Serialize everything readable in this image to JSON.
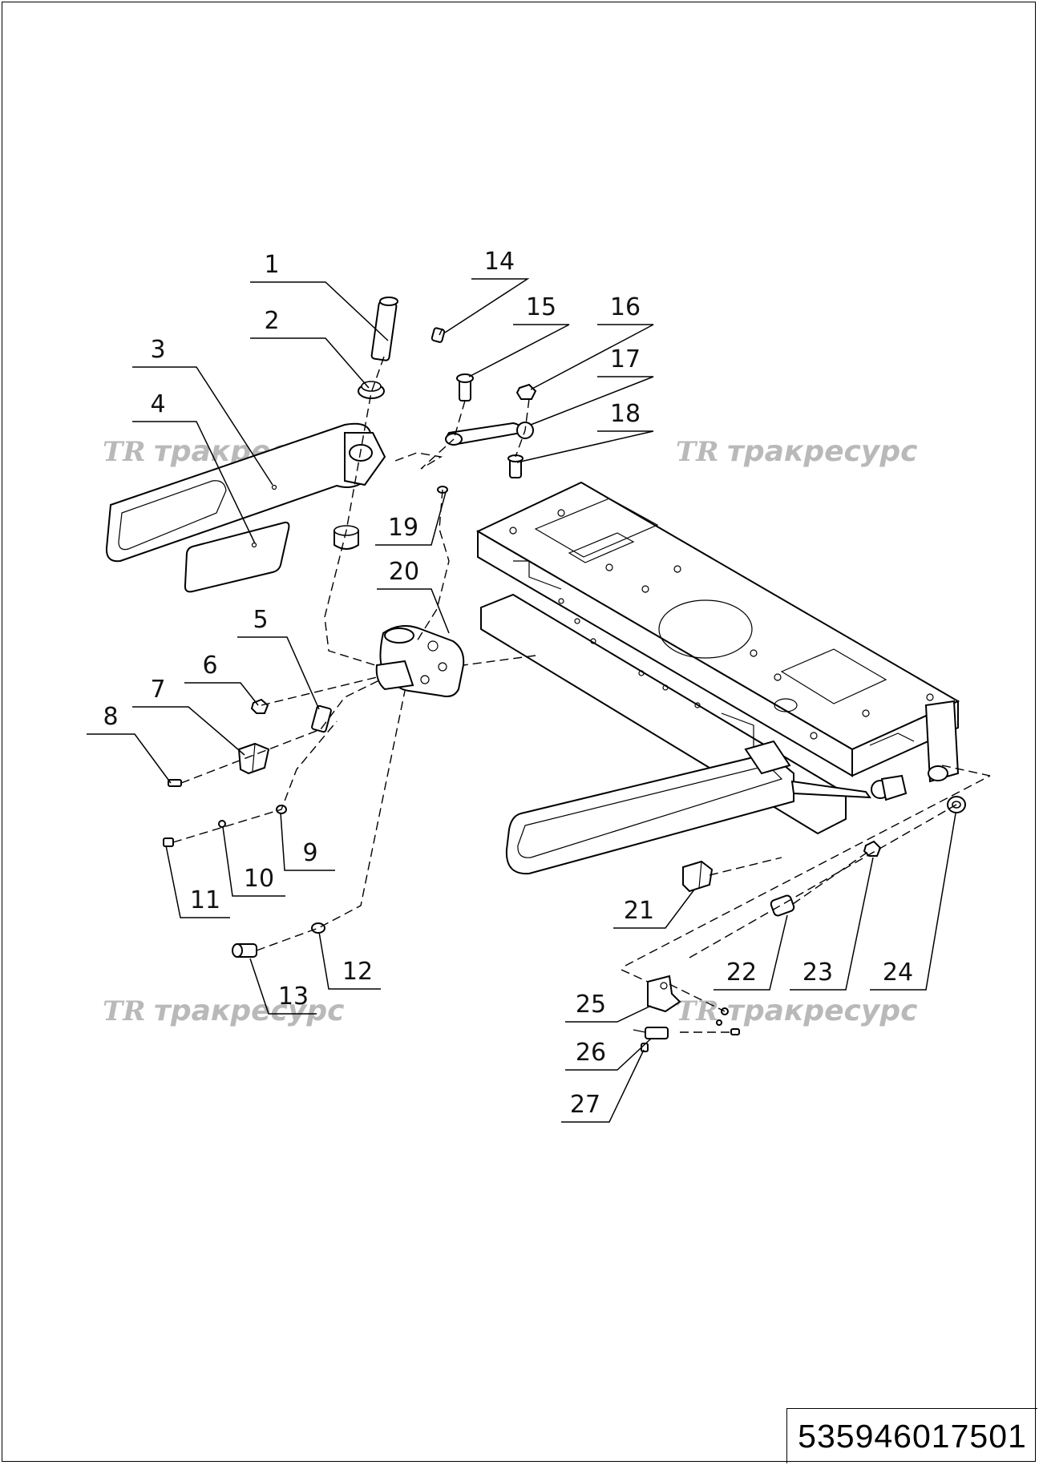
{
  "drawing": {
    "document_number": "535946017501",
    "watermark_logo": "TR",
    "watermark_text": "тракресурс",
    "part_labels": [
      "1",
      "2",
      "3",
      "4",
      "5",
      "6",
      "7",
      "8",
      "9",
      "10",
      "11",
      "12",
      "13",
      "14",
      "15",
      "16",
      "17",
      "18",
      "19",
      "20",
      "21",
      "22",
      "23",
      "24",
      "25",
      "26",
      "27"
    ]
  }
}
